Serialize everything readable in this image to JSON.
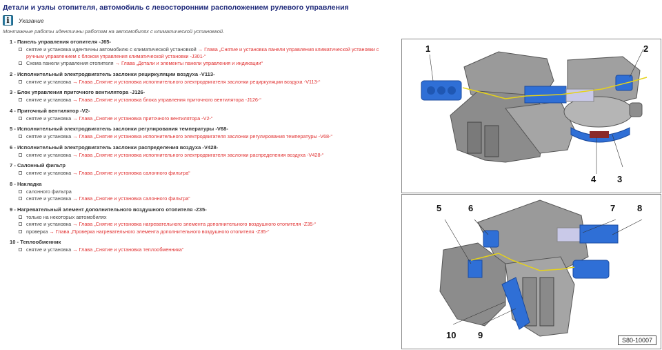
{
  "page": {
    "title": "Детали и узлы отопителя, автомобиль с левосторонним расположением рулевого управления",
    "note": {
      "icon": "info-icon",
      "label": "Указание",
      "text": "Монтажные работы идентичны работам на автомобилях с климатической установкой."
    }
  },
  "colors": {
    "title": "#1f2a7a",
    "link": "#e03030",
    "component_highlight": "#2f6fd6",
    "filter": "#c9c9e8",
    "wiring": "#e6d21a"
  },
  "items": [
    {
      "title": "1 - Панель управления отопителя -J65-",
      "subs": [
        {
          "text": "снятие и установка идентичны автомобилю с климатической установкой",
          "arrow": "→",
          "link": "Глава „Снятие и установка панели управления климатической установки с ручным управлением с блоком управления климатической установки -J301-“"
        },
        {
          "text": "Схема панели управления отопителя",
          "arrow": "→",
          "link": "Глава „Детали и элементы панели управления и индикации“"
        }
      ]
    },
    {
      "title": "2 - Исполнительный электродвигатель заслонки рециркуляции воздуха -V113-",
      "subs": [
        {
          "text": "снятие и установка",
          "arrow": "→",
          "link": "Глава „Снятие и установка исполнительного электродвигателя заслонки рециркуляции воздуха -V113-“"
        }
      ]
    },
    {
      "title": "3 - Блок управления приточного вентилятора -J126-",
      "subs": [
        {
          "text": "снятие и установка",
          "arrow": "→",
          "link": "Глава „Снятие и установка блока управления приточного вентилятора -J126-“"
        }
      ]
    },
    {
      "title": "4 - Приточный вентилятор -V2-",
      "subs": [
        {
          "text": "снятие и установка",
          "arrow": "→",
          "link": "Глава „Снятие и установка приточного вентилятора -V2-“"
        }
      ]
    },
    {
      "title": "5 - Исполнительный электродвигатель заслонки регулирования температуры -V68-",
      "subs": [
        {
          "text": "снятие и установка",
          "arrow": "→",
          "link": "Глава „Снятие и установка исполнительного электродвигателя заслонки регулирования температуры -V68-“"
        }
      ]
    },
    {
      "title": "6 - Исполнительный электродвигатель заслонки распределения воздуха -V428-",
      "subs": [
        {
          "text": "снятие и установка",
          "arrow": "→",
          "link": "Глава „Снятие и установка исполнительного электродвигателя заслонки распределения воздуха -V428-“"
        }
      ]
    },
    {
      "title": "7 - Салонный фильтр",
      "subs": [
        {
          "text": "снятие и установка",
          "arrow": "→",
          "link": "Глава „Снятие и установка салонного фильтра“"
        }
      ]
    },
    {
      "title": "8 - Накладка",
      "subs": [
        {
          "text": "салонного фильтра",
          "arrow": "",
          "link": ""
        },
        {
          "text": "снятие и установка",
          "arrow": "→",
          "link": "Глава „Снятие и установка салонного фильтра“"
        }
      ]
    },
    {
      "title": "9 - Нагревательный элемент дополнительного воздушного отопителя -Z35-",
      "subs": [
        {
          "text": "только на некоторых автомобилях",
          "arrow": "",
          "link": ""
        },
        {
          "text": "снятие и установка",
          "arrow": "→",
          "link": "Глава „Снятие и установка нагревательного элемента дополнительного воздушного отопителя -Z35-“"
        },
        {
          "text": "проверка",
          "arrow": "→",
          "link": "Глава „Проверка нагревательного элемента дополнительного воздушного отопителя -Z35-“"
        }
      ]
    },
    {
      "title": "10 - Теплообменник",
      "subs": [
        {
          "text": "снятие и установка",
          "arrow": "→",
          "link": "Глава „Снятие и установка теплообменника“"
        }
      ]
    }
  ],
  "figures": {
    "top": {
      "callouts": [
        "1",
        "2",
        "3",
        "4"
      ]
    },
    "bottom": {
      "callouts": [
        "5",
        "6",
        "7",
        "8",
        "9",
        "10"
      ],
      "code": "S80-10007"
    }
  }
}
